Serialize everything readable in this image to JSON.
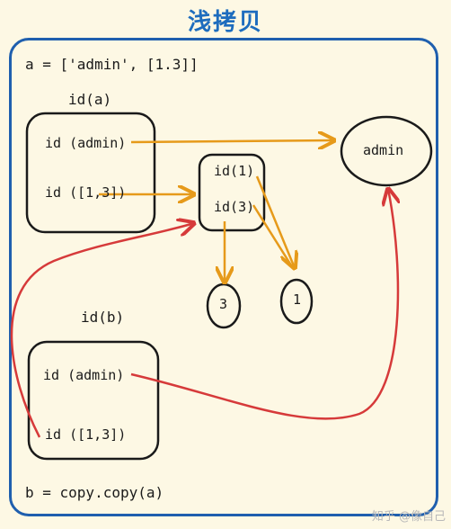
{
  "title": "浅拷贝",
  "code_line_a": "a = ['admin', [1.3]]",
  "code_line_b": "b = copy.copy(a)",
  "label_id_a": "id(a)",
  "label_id_b": "id(b)",
  "a_items": [
    "id (admin)",
    "id ([1,3])"
  ],
  "b_items": [
    "id (admin)",
    "id ([1,3])"
  ],
  "list_items": [
    "id(1)",
    "id(3)"
  ],
  "node_admin": "admin",
  "node_3": "3",
  "node_1": "1",
  "watermark": "知乎 @像自己",
  "colors": {
    "frame": "#1f5fae",
    "title": "#1d6cbe",
    "orange_arrow": "#e69a1a",
    "red_arrow": "#d63a3a",
    "background": "#fdf8e4"
  }
}
